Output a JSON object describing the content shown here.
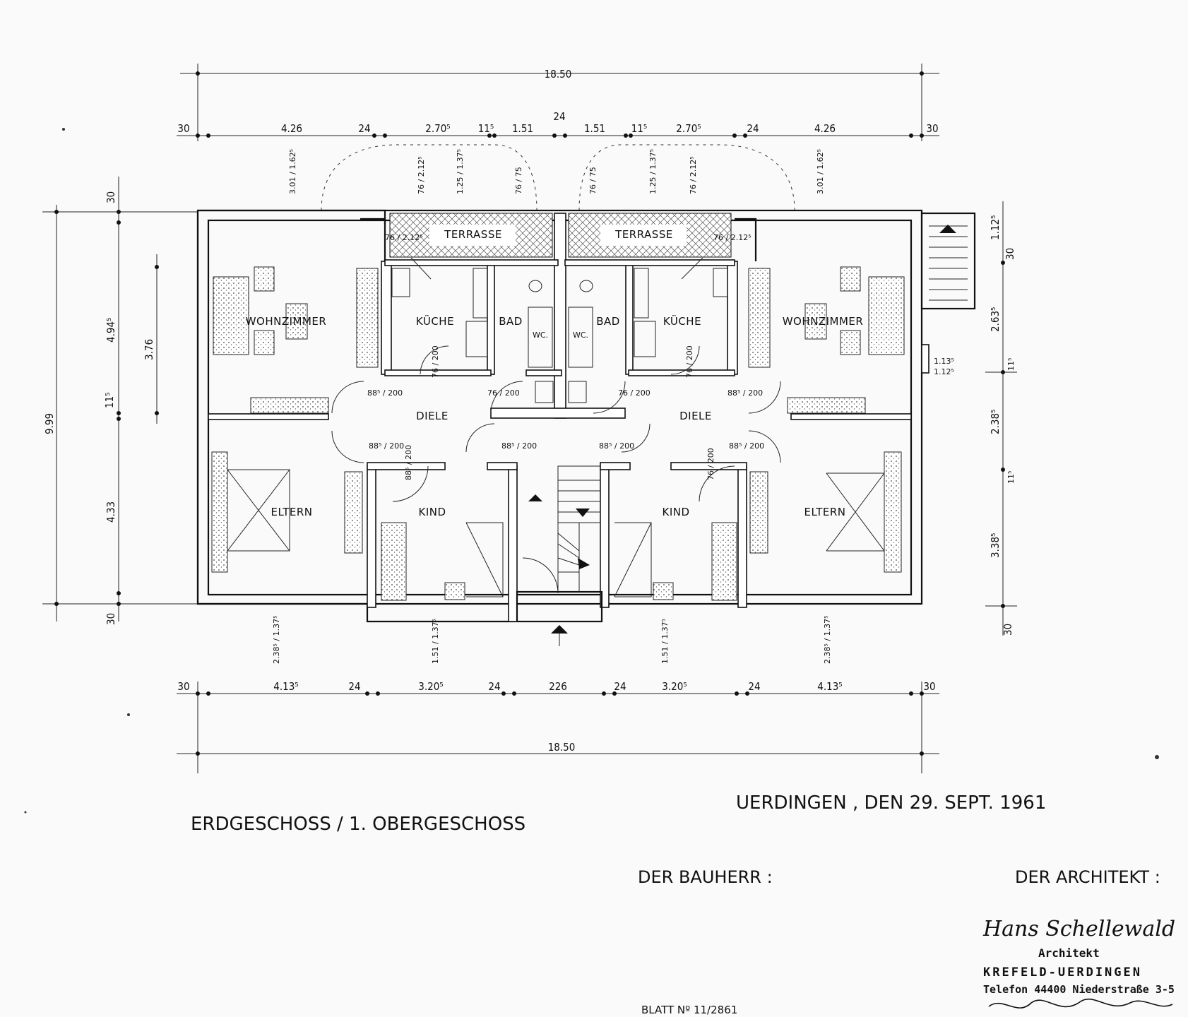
{
  "dimensions": {
    "total_top": "18.50",
    "total_bottom": "18.50",
    "top_row": [
      "30",
      "4.26",
      "24",
      "2.70⁵",
      "11⁵",
      "1.51",
      "24",
      "1.51",
      "11⁵",
      "2.70⁵",
      "24",
      "4.26",
      "30"
    ],
    "bottom_row": [
      "30",
      "4.13⁵",
      "24",
      "3.20⁵",
      "24",
      "226",
      "24",
      "3.20⁵",
      "24",
      "4.13⁵",
      "30"
    ],
    "left_total": "9.99",
    "left_col": [
      "30",
      "4.94⁵",
      "3.76",
      "11⁵",
      "4.33",
      "30"
    ],
    "right_col": [
      "1.12⁵",
      "30",
      "2.63⁵",
      "1.13⁵",
      "1.12⁵",
      "11⁵",
      "2.38⁵",
      "11⁵",
      "3.38⁵",
      "30"
    ],
    "window_marks_top": [
      "3.01 / 1.62⁵",
      "76 / 2.12⁵",
      "1.25 / 1.37⁵",
      "76 / 75",
      "76 / 75",
      "1.25 / 1.37⁵",
      "76 / 2.12⁵",
      "3.01 / 1.62⁵"
    ],
    "window_marks_bottom": [
      "2.38⁵ / 1.37⁵",
      "1.51 / 1.37⁵",
      "1.51 / 1.37⁵",
      "2.38⁵ / 1.37⁵"
    ],
    "door_marks": [
      "76 / 2.12⁵",
      "76 / 2.12⁵",
      "88⁵ / 200",
      "76 / 200",
      "76 / 200",
      "76 / 200",
      "88⁵ / 200",
      "88⁵ / 200",
      "88⁵ / 200",
      "88⁵ / 200",
      "88⁵ / 200",
      "88⁵ / 200",
      "76 / 200",
      "76 / 200"
    ]
  },
  "rooms": {
    "terrasse_left": "TERRASSE",
    "terrasse_right": "TERRASSE",
    "wohnzimmer_left": "WOHNZIMMER",
    "wohnzimmer_right": "WOHNZIMMER",
    "kueche_left": "KÜCHE",
    "kueche_right": "KÜCHE",
    "bad_left": "BAD",
    "bad_right": "BAD",
    "wc_left": "WC.",
    "wc_right": "WC.",
    "diele_left": "DIELE",
    "diele_right": "DIELE",
    "eltern_left": "ELTERN",
    "eltern_right": "ELTERN",
    "kind_left": "KIND",
    "kind_right": "KIND"
  },
  "title_block": {
    "floor_title": "ERDGESCHOSS / 1. OBERGESCHOSS",
    "place_date": "UERDINGEN , DEN   29. SEPT.  1961",
    "bauherr_label": "DER  BAUHERR :",
    "architekt_label": "DER  ARCHITEKT :",
    "sheet_number": "BLATT  Nº  11/2861"
  },
  "stamp": {
    "signature": "Hans Schellewald",
    "title": "Architekt",
    "city": "KREFELD-UERDINGEN",
    "address": "Telefon 44400 Niederstraße 3-5"
  }
}
